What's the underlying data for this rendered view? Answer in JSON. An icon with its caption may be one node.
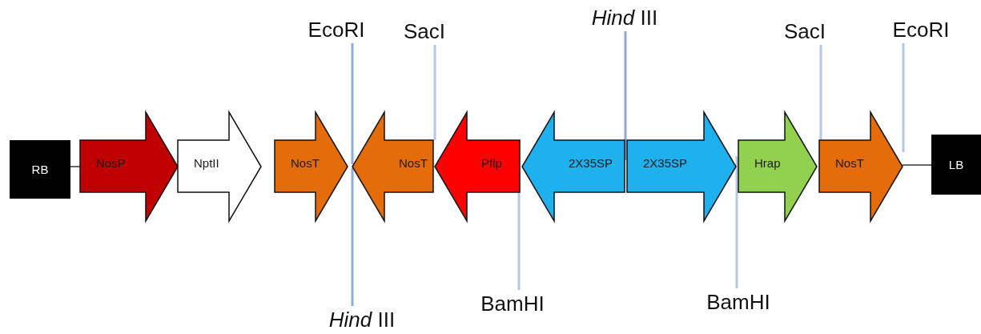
{
  "diagram": {
    "nodes": [
      {
        "text": [
          "RB"
        ]
      },
      {
        "text": [
          "NosP"
        ]
      },
      {
        "text": [
          "NptII"
        ]
      },
      {
        "text": [
          "NosT"
        ]
      },
      {
        "text": [
          "NosT"
        ]
      },
      {
        "text": [
          "Pflp"
        ]
      },
      {
        "text": [
          "2X35SP"
        ]
      },
      {
        "text": [
          "2X35SP"
        ]
      },
      {
        "text": [
          "Hrap"
        ]
      },
      {
        "text": [
          "NosT"
        ]
      },
      {
        "text": [
          "LB"
        ]
      },
      {
        "text": [
          "EcoRI"
        ]
      },
      {
        "text": [
          "SacI"
        ]
      },
      {
        "text": [
          "*Hind* III"
        ]
      },
      {
        "text": [
          "SacI"
        ]
      },
      {
        "text": [
          "EcoRI"
        ]
      },
      {
        "text": [
          "*Hind* III"
        ]
      },
      {
        "text": [
          "BamHI"
        ]
      },
      {
        "text": [
          "BamHI"
        ]
      }
    ],
    "edges": [
      {
        "from": 0,
        "to": 1,
        "arrow": "none",
        "color": "#333333"
      },
      {
        "from": 9,
        "to": 10,
        "arrow": "none",
        "color": "#333333"
      },
      {
        "from": 11,
        "to": 4,
        "arrow": "none",
        "color": "#8eaadb"
      },
      {
        "from": 12,
        "to": 4,
        "arrow": "none"
      },
      {
        "from": 13,
        "to": 6,
        "arrow": "none",
        "color": "#8eaadb"
      },
      {
        "from": 14,
        "to": 9,
        "arrow": "none"
      },
      {
        "from": 15,
        "to": 9,
        "arrow": "none"
      },
      {
        "from": 16,
        "to": 4,
        "arrow": "none",
        "color": "#8eaadb"
      },
      {
        "from": 17,
        "to": 5,
        "arrow": "none"
      },
      {
        "from": 18,
        "to": 8,
        "arrow": "none"
      }
    ]
  }
}
